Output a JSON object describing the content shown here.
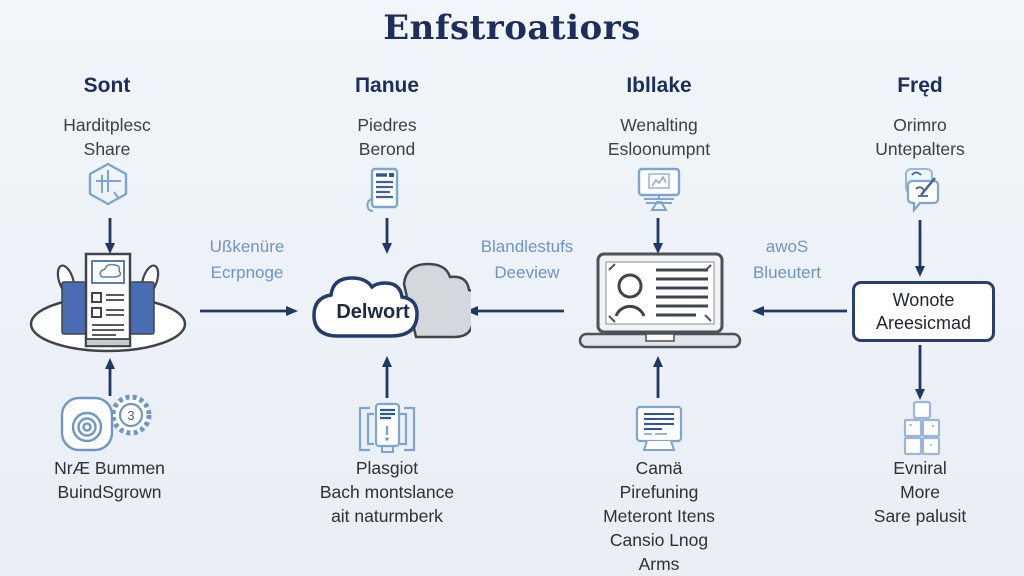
{
  "title": "Enfstroatiors",
  "columns": [
    {
      "header": "Sont",
      "subtitle": [
        "Harditplesc",
        "Share"
      ],
      "top_icon": "hexagon-cube-icon",
      "center_graphic": "hands-holding-document-illustration",
      "bottom_icon": "rings-and-gear-icon",
      "gear_digit": "3",
      "bottom_text": [
        "NrÆ Bummen",
        "BuindSgrown"
      ]
    },
    {
      "header": "Пanue",
      "subtitle": [
        "Piedres",
        "Berond"
      ],
      "top_icon": "receipt-document-icon",
      "center_label": "Delwort",
      "center_graphic": "cloud-illustration",
      "bottom_icon": "document-brackets-icon",
      "bottom_text": [
        "Plasgiot",
        "Bach montslance",
        "ait naturmberk"
      ]
    },
    {
      "header": "Ibllake",
      "subtitle": [
        "Wenalting",
        "Esloonumpnt"
      ],
      "top_icon": "desktop-monitor-icon",
      "center_graphic": "laptop-profile-illustration",
      "bottom_icon": "screen-lines-icon",
      "bottom_text": [
        "Camä",
        "Pirefuning",
        "Meteront Itens",
        "Cansio Lnog",
        "Arms"
      ]
    },
    {
      "header": "Fręd",
      "subtitle": [
        "Orimro",
        "Untepalters"
      ],
      "top_icon": "chat-note-pencil-icon",
      "box_label": [
        "Wonote",
        "Areesicmad"
      ],
      "bottom_icon": "blocks-grid-icon",
      "bottom_text": [
        "Evniral",
        "More",
        "Sare palusit"
      ]
    }
  ],
  "connectors": [
    {
      "label": [
        "Ußkenüre",
        "Ecrpnoge"
      ],
      "direction": "right"
    },
    {
      "label": [
        "Blandlestufs",
        "Deeview"
      ],
      "direction": "left"
    },
    {
      "label": [
        "awoS",
        "Blueutert"
      ],
      "direction": "left"
    }
  ],
  "colors": {
    "background": "#eef2f7",
    "navy": "#1f3864",
    "title_navy": "#1c2d5e",
    "light_blue_icon": "#7ea4d3",
    "dark_blue_detail": "#2f5597",
    "label_blue": "#6d94c8",
    "sleeve_blue": "#4a6cb3",
    "gray_cloud": "#d4d7dc",
    "text_dark": "#2c3138"
  }
}
